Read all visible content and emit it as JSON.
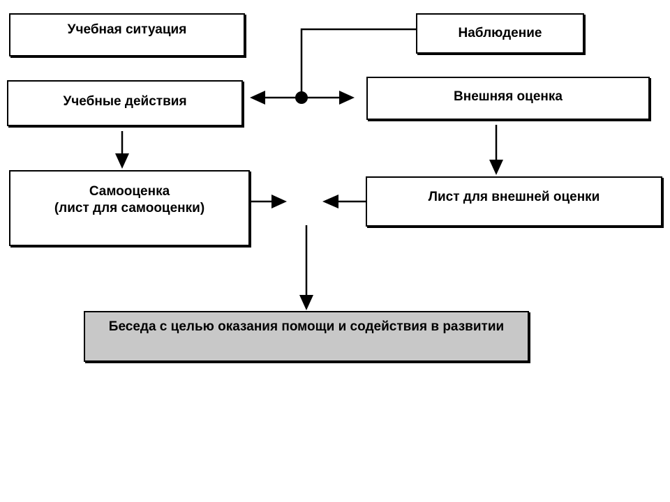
{
  "diagram": {
    "nodes": {
      "learning_situation": "Учебная ситуация",
      "observation": "Наблюдение",
      "learning_actions": "Учебные действия",
      "external_assessment": "Внешняя оценка",
      "self_assessment_line1": "Самооценка",
      "self_assessment_line2": "(лист для самооценки)",
      "external_assessment_sheet": "Лист для внешней оценки",
      "conversation": "Беседа с целью оказания помощи и содействия в развитии"
    }
  }
}
